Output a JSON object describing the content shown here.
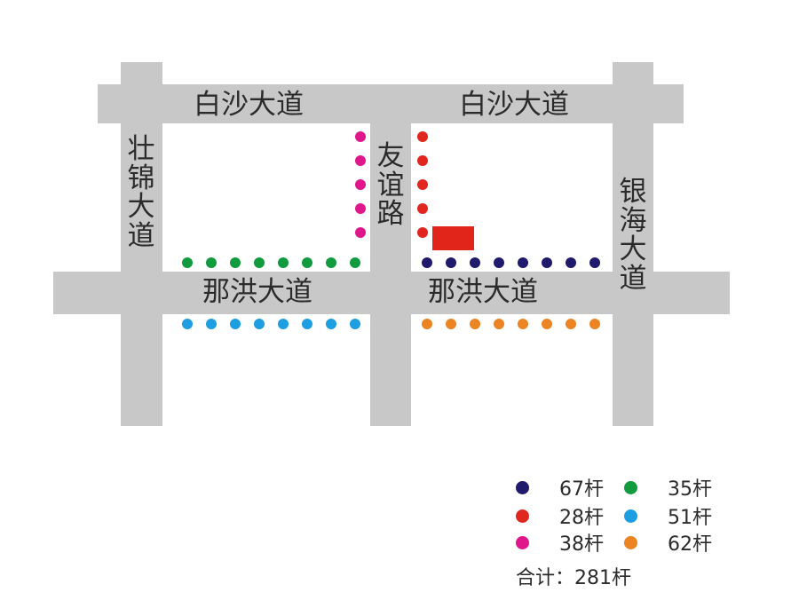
{
  "roads": {
    "baisha_left": "白沙大道",
    "baisha_right": "白沙大道",
    "zhuangjin": "壮锦大道",
    "youyi": "友谊路",
    "yinhai": "银海大道",
    "nahong_left": "那洪大道",
    "nahong_right": "那洪大道"
  },
  "colors": {
    "road": "#c8c8c8",
    "navy": "#1f1a6b",
    "red": "#e0261f",
    "magenta": "#e0178a",
    "green": "#129a3e",
    "blue": "#1c9ee0",
    "orange": "#ec8424",
    "building": "#e1251b"
  },
  "legend": [
    {
      "color": "#1f1a6b",
      "label": "67杆",
      "icon": "navy-dot"
    },
    {
      "color": "#129a3e",
      "label": "35杆",
      "icon": "green-dot"
    },
    {
      "color": "#e0261f",
      "label": "28杆",
      "icon": "red-dot"
    },
    {
      "color": "#1c9ee0",
      "label": "51杆",
      "icon": "blue-dot"
    },
    {
      "color": "#e0178a",
      "label": "38杆",
      "icon": "magenta-dot"
    },
    {
      "color": "#ec8424",
      "label": "62杆",
      "icon": "orange-dot"
    }
  ],
  "total": "合计：281杆"
}
